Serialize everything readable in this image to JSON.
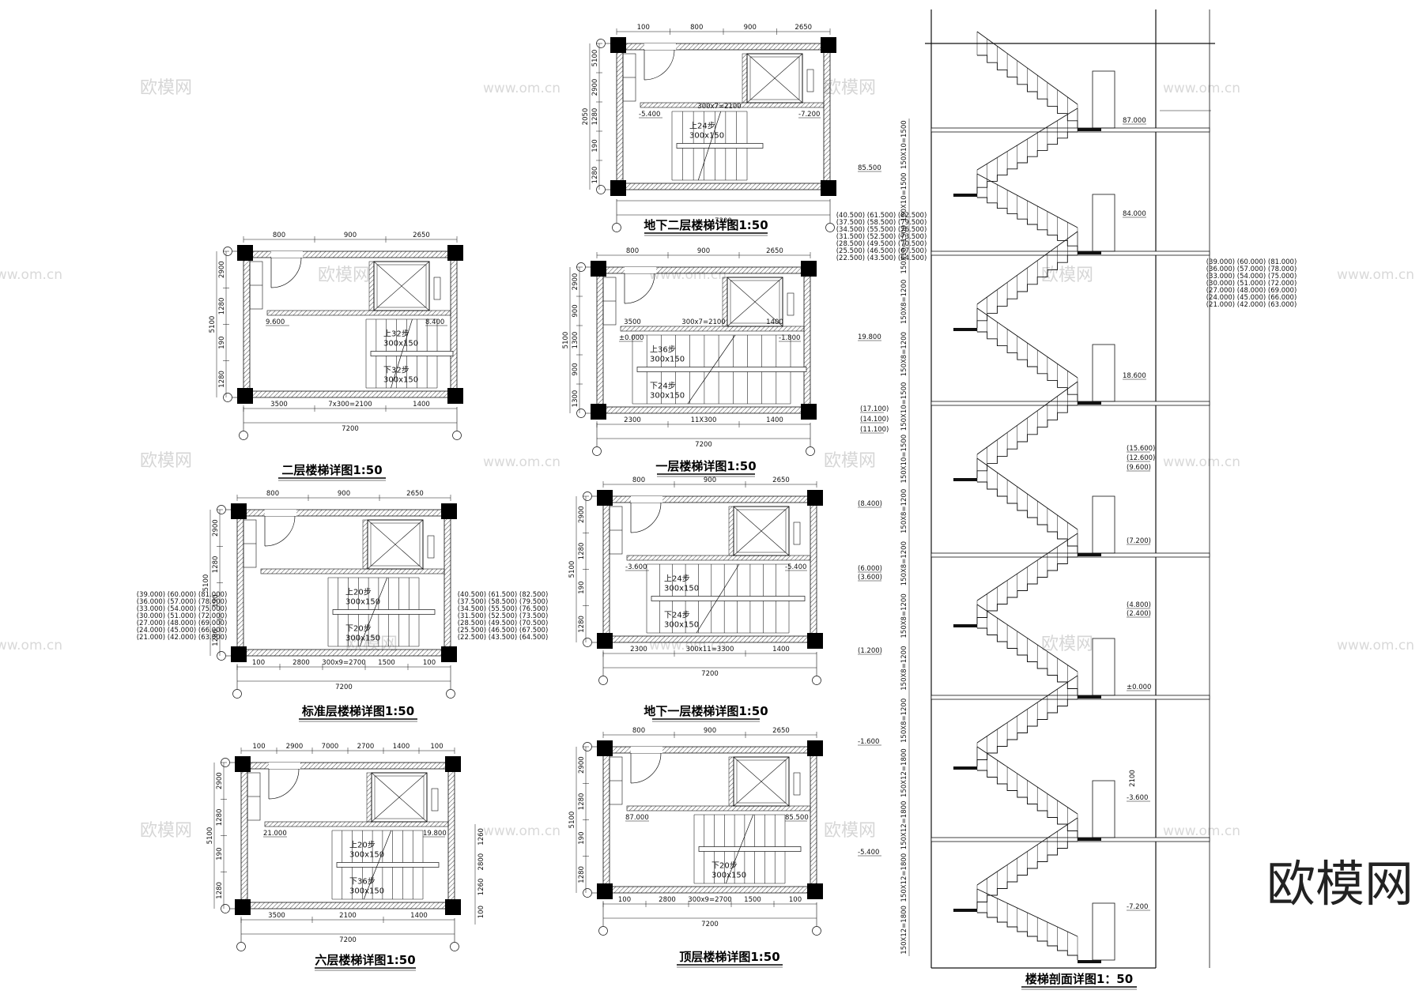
{
  "watermarks": {
    "logo": "欧模网",
    "url": "www.om.cn"
  },
  "brand_logo": "欧模网",
  "drawings": {
    "b2": {
      "title": "地下二层楼梯详图1:50",
      "dims_top": [
        "100",
        "800",
        "900",
        "2650"
      ],
      "dims_bottom": [
        "7200"
      ],
      "dims_left": [
        "2050",
        "5100",
        "2900",
        "1280",
        "190",
        "1280"
      ],
      "run": "300x7=2100",
      "levels": [
        "-5.400",
        "-7.200"
      ],
      "step_up": "上24步",
      "step_size": "300x150"
    },
    "l2": {
      "title": "二层楼梯详图1:50",
      "dims_top": [
        "800",
        "900",
        "2650"
      ],
      "dims_bottom": [
        "3500",
        "7x300=2100",
        "1400",
        "7200"
      ],
      "dims_left": [
        "5100",
        "2900",
        "1280",
        "190",
        "1280"
      ],
      "levels": [
        "9.600",
        "8.400"
      ],
      "step_up": "上32步",
      "step_up_size": "300x150",
      "step_down": "下32步",
      "step_down_size": "300x150"
    },
    "l1": {
      "title": "一层楼梯详图1:50",
      "dims_top": [
        "800",
        "900",
        "2650"
      ],
      "dims_mid": [
        "3500",
        "300x7=2100",
        "1400"
      ],
      "dims_bottom": [
        "2300",
        "11X300",
        "1400",
        "7200"
      ],
      "dims_left": [
        "5100",
        "2900",
        "900",
        "1300",
        "900",
        "1300"
      ],
      "levels": [
        "±0.000",
        "-1.800"
      ],
      "step_up": "上36步",
      "step_up_size": "300x150",
      "step_down": "下24步",
      "step_down_size": "300x150"
    },
    "std": {
      "title": "标准层楼梯详图1:50",
      "dims_top": [
        "800",
        "900",
        "2650"
      ],
      "dims_bottom": [
        "100",
        "2800",
        "300x9=2700",
        "1500",
        "100",
        "7200"
      ],
      "dims_left": [
        "5100",
        "2900",
        "1280",
        "190",
        "1280"
      ],
      "step_up": "上20步",
      "step_up_size": "300x150",
      "step_down": "下20步",
      "step_down_size": "300x150",
      "levels_left": [
        "(39.000)  (60.000)  (81.000)",
        "(36.000)  (57.000)  (78.000)",
        "(33.000)  (54.000)  (75.000)",
        "(30.000)  (51.000)  (72.000)",
        "(27.000)  (48.000)  (69.000)",
        "(24.000)  (45.000)  (66.000)",
        "(21.000)  (42.000)  (63.000)"
      ],
      "levels_right": [
        "(40.500)  (61.500)  (82.500)",
        "(37.500)  (58.500)  (79.500)",
        "(34.500)  (55.500)  (76.500)",
        "(31.500)  (52.500)  (73.500)",
        "(28.500)  (49.500)  (70.500)",
        "(25.500)  (46.500)  (67.500)",
        "(22.500)  (43.500)  (64.500)"
      ]
    },
    "b1": {
      "title": "地下一层楼梯详图1:50",
      "dims_top": [
        "800",
        "900",
        "2650"
      ],
      "dims_bottom": [
        "2300",
        "300x11=3300",
        "1400",
        "7200"
      ],
      "dims_left": [
        "5100",
        "2900",
        "1280",
        "190",
        "1280"
      ],
      "levels": [
        "-3.600",
        "-5.400"
      ],
      "step_up": "上24步",
      "step_up_size": "300x150",
      "step_down": "下24步",
      "step_down_size": "300x150"
    },
    "l6": {
      "title": "六层楼梯详图1:50",
      "dims_top": [
        "100",
        "2900",
        "7000",
        "2700",
        "1400",
        "100"
      ],
      "dims_bottom": [
        "3500",
        "2100",
        "1400",
        "7200"
      ],
      "dims_left": [
        "5100",
        "2900",
        "1280",
        "190",
        "1280"
      ],
      "dims_right": [
        "1260",
        "2800",
        "1260",
        "100"
      ],
      "levels": [
        "21.000",
        "19.800"
      ],
      "step_up": "上20步",
      "step_up_size": "300x150",
      "step_down": "下36步",
      "step_down_size": "300x150"
    },
    "top": {
      "title": "顶层楼梯详图1:50",
      "dims_top": [
        "800",
        "900",
        "2650"
      ],
      "dims_bottom": [
        "100",
        "2800",
        "300x9=2700",
        "1500",
        "100",
        "7200"
      ],
      "dims_left": [
        "5100",
        "2900",
        "1280",
        "190",
        "1280"
      ],
      "levels": [
        "87.000",
        "85.500"
      ],
      "step_down": "下20步",
      "step_down_size": "300x150"
    },
    "section": {
      "title": "楼梯剖面详图1：50",
      "levels_left_group": [
        "(40.500)  (61.500)  (82.500)",
        "(37.500)  (58.500)  (79.500)",
        "(34.500)  (55.500)  (76.500)",
        "(31.500)  (52.500)  (73.500)",
        "(28.500)  (49.500)  (70.500)",
        "(25.500)  (46.500)  (67.500)",
        "(22.500)  (43.500)  (64.500)"
      ],
      "levels_right_group": [
        "(39.000)  (60.000)  (81.000)",
        "(36.000)  (57.000)  (78.000)",
        "(33.000)  (54.000)  (75.000)",
        "(30.000)  (51.000)  (72.000)",
        "(27.000)  (48.000)  (69.000)",
        "(24.000)  (45.000)  (66.000)",
        "(21.000)  (42.000)  (63.000)"
      ],
      "level_labels": [
        "87.000",
        "85.500",
        "84.000",
        "19.800",
        "18.600",
        "(17.100)",
        "(14.100)",
        "(11.100)",
        "(15.600)",
        "(12.600)",
        "(9.600)",
        "(8.400)",
        "(7.200)",
        "(6.000)",
        "(3.600)",
        "(4.800)",
        "(2.400)",
        "(1.200)",
        "±0.000",
        "-1.600",
        "-3.600",
        "-5.400",
        "-7.200"
      ],
      "dims_left": [
        "150X10=1500",
        "150X10=1500",
        "150X10=1500",
        "150X8=1200",
        "150X8=1200",
        "150X10=1500",
        "150X10=1500",
        "150X8=1200",
        "150X8=1200",
        "150X8=1200",
        "150X8=1200",
        "150X8=1200",
        "150X12=1800",
        "150X12=1800",
        "150X12=1800",
        "150X12=1800"
      ],
      "door_height": "2100"
    }
  }
}
